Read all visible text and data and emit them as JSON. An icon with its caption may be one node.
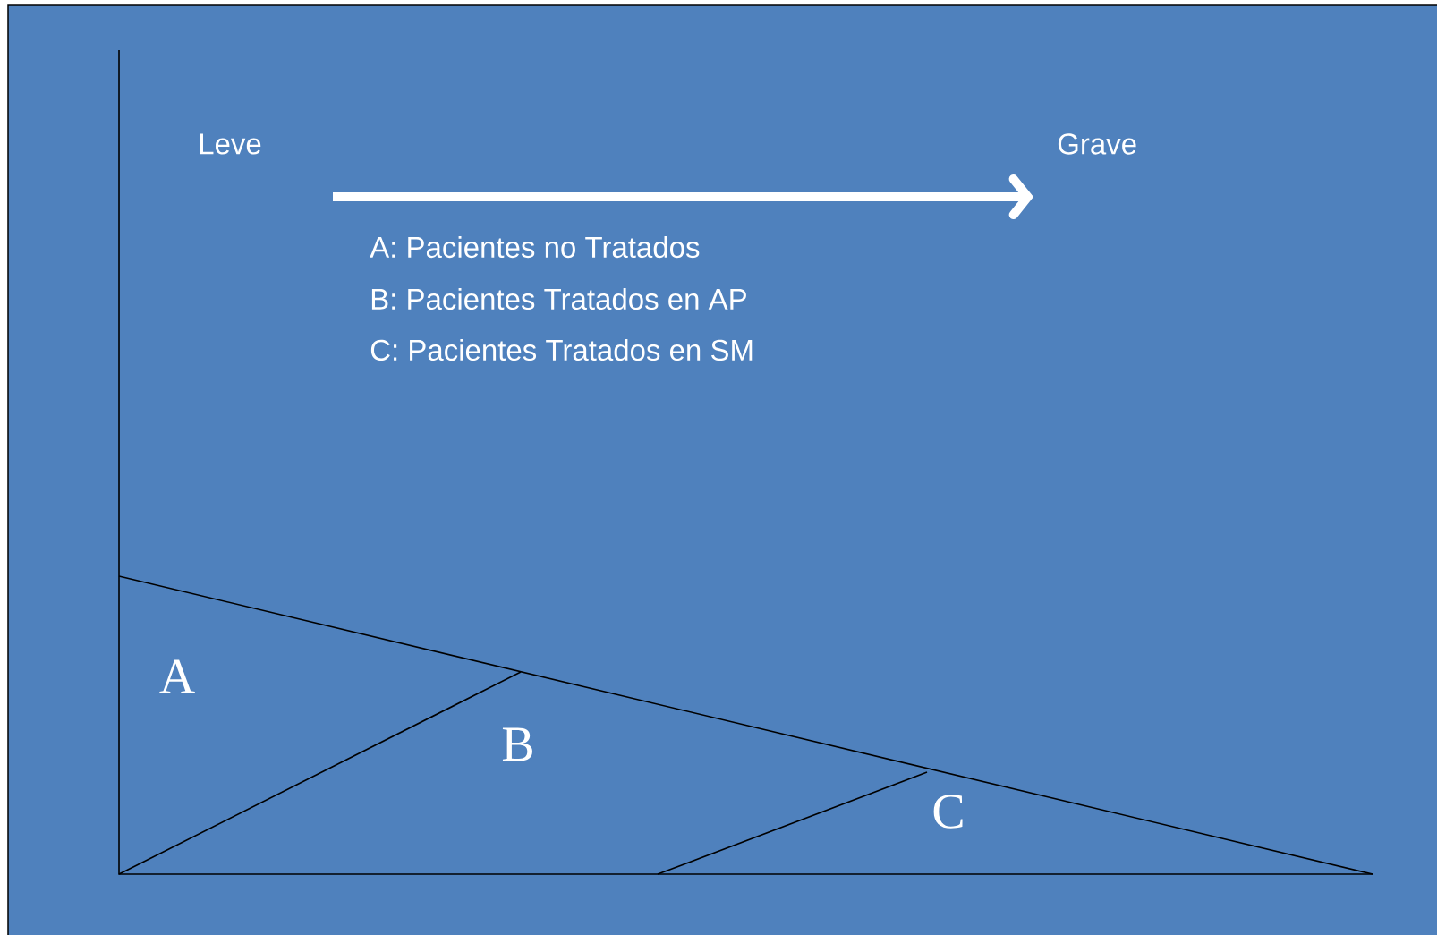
{
  "diagram": {
    "labels": [
      "Leve",
      "Grave",
      "A: Pacientes no Tratados",
      "B: Pacientes Tratados en AP",
      "C: Pacientes Tratados en SM",
      "A",
      "B",
      "C"
    ]
  }
}
